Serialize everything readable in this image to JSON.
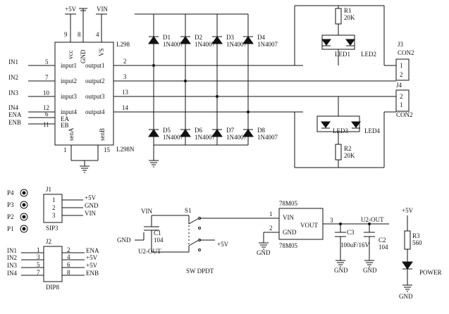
{
  "power": {
    "plus5v": "+5V",
    "vin": "VIN",
    "gnd": "GND"
  },
  "l298": {
    "ref": "L298",
    "part": "L298N",
    "pin_vcc": "vcc",
    "pin_gnd": "GND",
    "pin_vs": "VS",
    "pin_sena": "senA",
    "pin_senb": "senB",
    "pin_eb": "EB",
    "pin_ea": "EA",
    "inputs": [
      "input1",
      "input2",
      "input3",
      "input4"
    ],
    "outputs": [
      "output1",
      "output2",
      "output3",
      "output4"
    ],
    "pin_numbers": {
      "vcc": "9",
      "gnd": "8",
      "vs": "4",
      "in1": "5",
      "in2": "7",
      "in3": "10",
      "in4": "12",
      "ena": "6",
      "enb": "11",
      "out1": "2",
      "out2": "3",
      "out3": "13",
      "out4": "14",
      "sena": "1",
      "senb": "15"
    }
  },
  "inputs_left": {
    "in1": "IN1",
    "in2": "IN2",
    "in3": "IN3",
    "in4": "IN4",
    "ena": "ENA",
    "enb": "ENB"
  },
  "diodes": {
    "top": [
      {
        "ref": "D1",
        "part": "1N4007"
      },
      {
        "ref": "D2",
        "part": "1N4007"
      },
      {
        "ref": "D3",
        "part": "1N4007"
      },
      {
        "ref": "D4",
        "part": "1N4007"
      }
    ],
    "bottom": [
      {
        "ref": "D5",
        "part": "1N4007"
      },
      {
        "ref": "D6",
        "part": "1N4007"
      },
      {
        "ref": "D7",
        "part": "1N4007"
      },
      {
        "ref": "D8",
        "part": "1N4007"
      }
    ]
  },
  "right_top": {
    "r1": "R1",
    "r1_val": "20K",
    "led1": "LED1",
    "led2": "LED2",
    "j3": "J3",
    "con2": "CON2",
    "pin1": "1",
    "pin2": "2"
  },
  "right_bottom": {
    "j4": "J4",
    "con2": "CON2",
    "pin2": "2",
    "pin1": "1",
    "led3": "LED3",
    "led4": "LED4",
    "r2": "R2",
    "r2_val": "20K"
  },
  "posts": [
    "P4",
    "P3",
    "P2",
    "P1"
  ],
  "j1": {
    "ref": "J1",
    "type": "SIP3",
    "pins": [
      "1",
      "2",
      "3"
    ],
    "labels": [
      "+5V",
      "GND",
      "VIN"
    ]
  },
  "j2": {
    "ref": "J2",
    "type": "DIP8",
    "left_labels": [
      "IN1",
      "IN2",
      "IN3",
      "IN4"
    ],
    "left_pins": [
      "1",
      "3",
      "5",
      "7"
    ],
    "right_pins": [
      "2",
      "4",
      "6",
      "8"
    ],
    "right_labels": [
      "ENA",
      "+5V",
      "+5V",
      "ENB"
    ]
  },
  "switch": {
    "vin": "VIN",
    "s1": "S1",
    "c1": "C1",
    "c1_val": "104",
    "gnd": "GND",
    "u2out": "U2-OUT",
    "plus5v": "+5V",
    "type": "SW DPDT"
  },
  "regulator": {
    "part": "78M05",
    "part2": "78M05",
    "vin": "VIN",
    "vout": "VOUT",
    "gnd": "GND",
    "pin1": "1",
    "pin2": "2",
    "pin3": "3",
    "gnd_label": "GND"
  },
  "caps": {
    "c3": "C3",
    "c3_val": "100uF/16V",
    "c2": "C2",
    "c2_val": "104",
    "u2out": "U2-OUT",
    "gnd": "GND"
  },
  "power_led": {
    "plus5v": "+5V",
    "r3": "R3",
    "r3_val": "560",
    "label": "POWER",
    "gnd": "GND"
  }
}
